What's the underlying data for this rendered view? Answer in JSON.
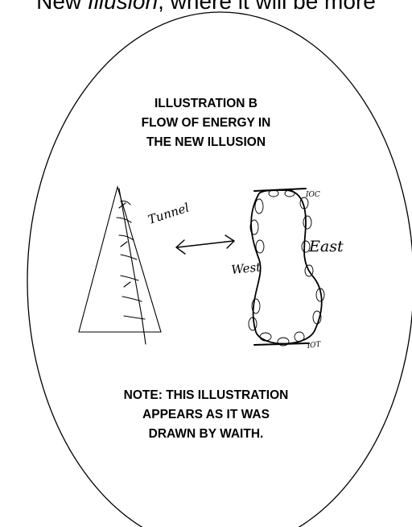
{
  "top_text": {
    "plain": "New ",
    "italic": "Illusion",
    "rest": ", where it will be more"
  },
  "title": {
    "line1": "ILLUSTRATION B",
    "line2": "FLOW OF ENERGY IN",
    "line3": "THE NEW ILLUSION"
  },
  "drawing": {
    "label_tunnel": "Tunnel",
    "label_east": "East",
    "label_west": "West",
    "label_top": "IOC",
    "label_bottom": "IOT"
  },
  "note": {
    "line1": "NOTE: THIS ILLUSTRATION",
    "line2": "APPEARS AS IT WAS",
    "line3": "DRAWN BY WAITH."
  },
  "colors": {
    "ink": "#000000",
    "background": "#ffffff"
  }
}
